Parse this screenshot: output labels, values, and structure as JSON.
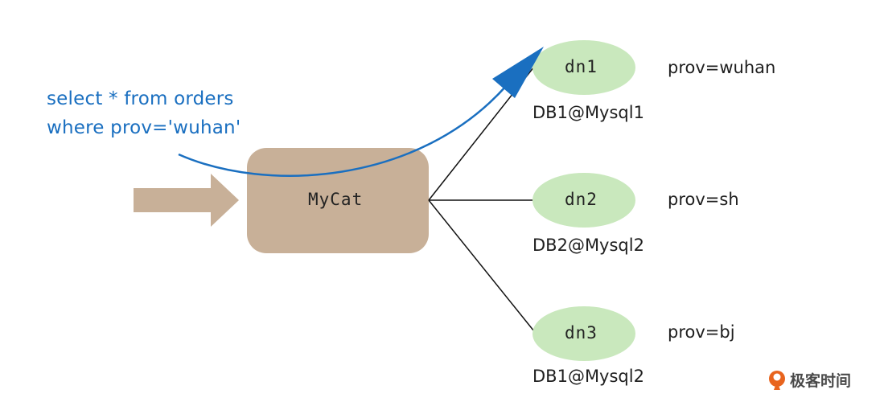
{
  "query": {
    "line1": "select * from orders",
    "line2": "where prov='wuhan'"
  },
  "proxy": {
    "label": "MyCat"
  },
  "nodes": [
    {
      "name": "dn1",
      "db": "DB1@Mysql1",
      "rule": "prov=wuhan"
    },
    {
      "name": "dn2",
      "db": "DB2@Mysql2",
      "rule": "prov=sh"
    },
    {
      "name": "dn3",
      "db": "DB1@Mysql2",
      "rule": "prov=bj"
    }
  ],
  "brand": {
    "text": "极客时间"
  },
  "colors": {
    "proxy_fill": "#c8b098",
    "input_arrow": "#c8b098",
    "node_fill": "#c9e8bd",
    "query_color": "#1a6fc0",
    "link_color": "#111111",
    "brand_icon": "#e8641e"
  }
}
